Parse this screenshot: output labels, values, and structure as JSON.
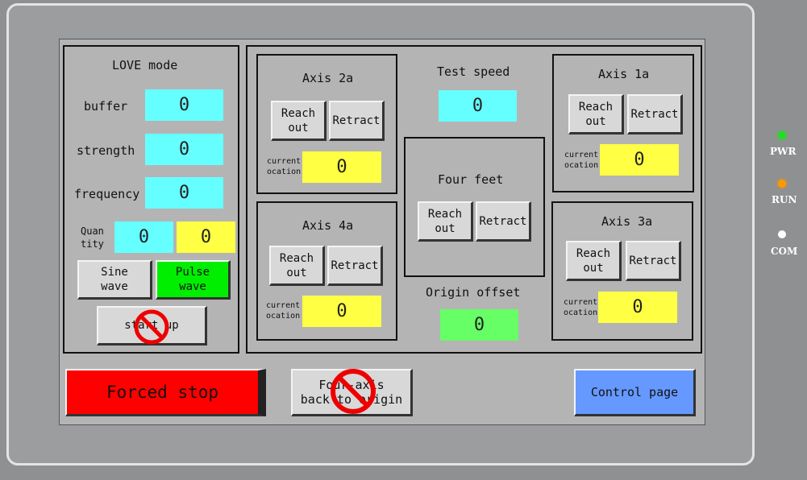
{
  "love_panel": {
    "title": "LOVE mode",
    "buffer_label": "buffer",
    "buffer_value": "0",
    "strength_label": "strength",
    "strength_value": "0",
    "frequency_label": "frequency",
    "frequency_value": "0",
    "quantity_label": "Quan\ntity",
    "quantity_value_1": "0",
    "quantity_value_2": "0",
    "sine_label": "Sine\nwave",
    "pulse_label": "Pulse\nwave",
    "startup_label": "start up"
  },
  "axes": {
    "axis2a": {
      "title": "Axis 2a",
      "reach": "Reach\nout",
      "retract": "Retract",
      "loc_label": "current\nocation",
      "loc_value": "0"
    },
    "axis1a": {
      "title": "Axis 1a",
      "reach": "Reach\nout",
      "retract": "Retract",
      "loc_label": "current\nocation",
      "loc_value": "0"
    },
    "axis4a": {
      "title": "Axis 4a",
      "reach": "Reach\nout",
      "retract": "Retract",
      "loc_label": "current\nocation",
      "loc_value": "0"
    },
    "axis3a": {
      "title": "Axis 3a",
      "reach": "Reach\nout",
      "retract": "Retract",
      "loc_label": "current\nocation",
      "loc_value": "0"
    }
  },
  "center": {
    "test_speed_label": "Test speed",
    "test_speed_value": "0",
    "four_feet_title": "Four feet",
    "reach": "Reach\nout",
    "retract": "Retract",
    "origin_offset_label": "Origin offset",
    "origin_offset_value": "0"
  },
  "bottom": {
    "forced_stop": "Forced stop",
    "back_origin": "Four-axis\nback to origin",
    "control_page": "Control page"
  },
  "indicators": {
    "pwr": "PWR",
    "run": "RUN",
    "com": "COM"
  },
  "colors": {
    "pwr_led": "#22dd22",
    "run_led": "#ff9900",
    "com_led": "#ffffff"
  }
}
